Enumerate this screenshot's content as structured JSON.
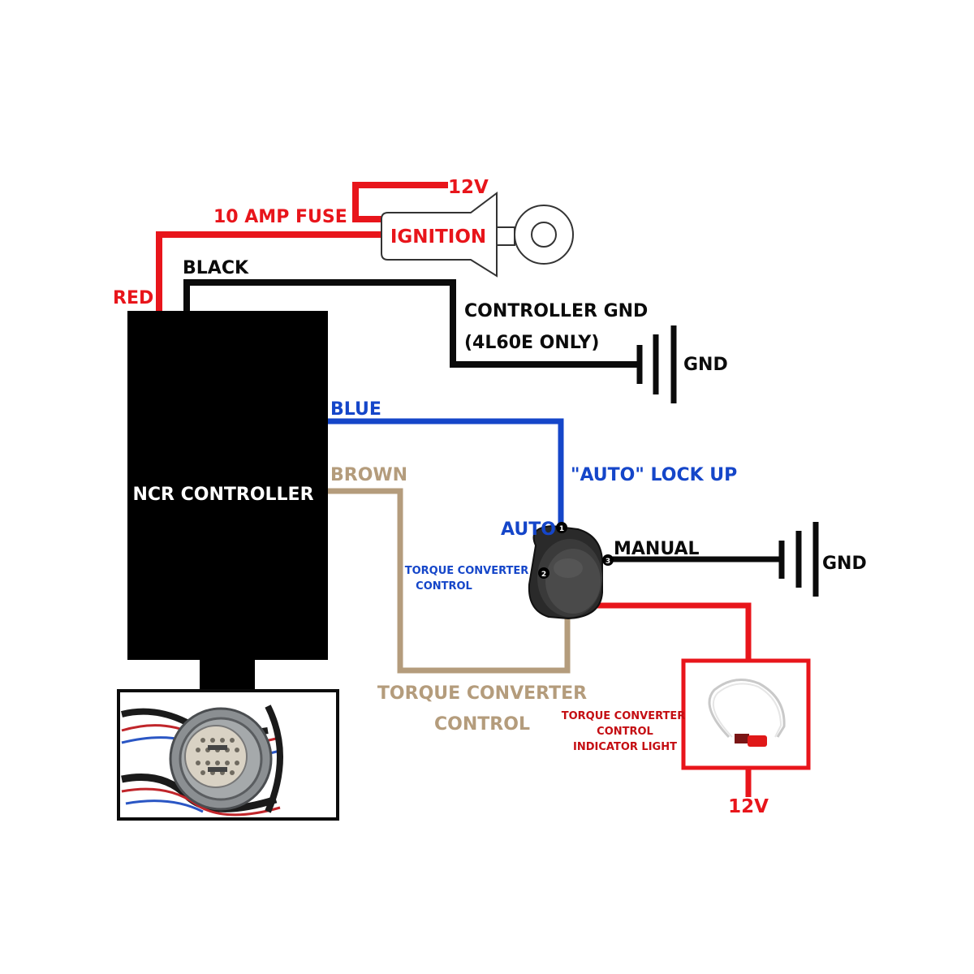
{
  "colors": {
    "red": "#e8151b",
    "black": "#0b0b0b",
    "blue": "#1546c9",
    "brown": "#b49c7c",
    "dark_red": "#c40d12"
  },
  "labels": {
    "v12_top": "12V",
    "fuse": "10 AMP FUSE",
    "ignition": "IGNITION",
    "black_wire": "BLACK",
    "red_wire": "RED",
    "controller_gnd_line1": "CONTROLLER GND",
    "controller_gnd_line2": "(4L60E ONLY)",
    "gnd_top": "GND",
    "blue_wire": "BLUE",
    "brown_wire": "BROWN",
    "controller": "NCR CONTROLLER",
    "auto_lockup": "\"AUTO\" LOCK UP",
    "auto": "AUTO",
    "manual": "MANUAL",
    "gnd_right": "GND",
    "tcc_switch_line1": "TORQUE CONVERTER",
    "tcc_switch_line2": "CONTROL",
    "tcc_main_line1": "TORQUE CONVERTER",
    "tcc_main_line2": "CONTROL",
    "indicator_line1": "TORQUE CONVERTER",
    "indicator_line2": "CONTROL",
    "indicator_line3": "INDICATOR LIGHT",
    "v12_bottom": "12V",
    "pin1": "1",
    "pin2": "2",
    "pin3": "3"
  },
  "icons": {
    "ignition_key": "key-switch-icon",
    "ground_symbol": "ground-icon",
    "rocker_switch": "round-rocker-switch-icon",
    "indicator_lamp": "indicator-lamp-icon",
    "harness_connector": "wiring-harness-connector-icon"
  }
}
